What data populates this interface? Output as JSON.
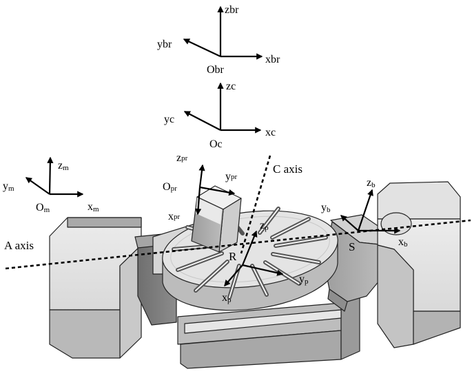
{
  "figure": {
    "frames": {
      "obr": {
        "origin": "Obr",
        "x": "xbr",
        "y": "ybr",
        "z": "zbr"
      },
      "oc": {
        "origin": "Oc",
        "x": "xc",
        "y": "yc",
        "z": "zc"
      },
      "om": {
        "origin": "O",
        "origin_sub": "m",
        "x": "x",
        "x_sub": "m",
        "y": "y",
        "y_sub": "m",
        "z": "z",
        "z_sub": "m"
      },
      "opr": {
        "origin": "O",
        "origin_sub": "pr",
        "x": "x",
        "x_sub": "pr",
        "y": "y",
        "y_sub": "pr",
        "z": "z",
        "z_sub": "pr"
      },
      "p": {
        "origin": "R",
        "x": "x",
        "x_sub": "p",
        "y": "y",
        "y_sub": "p",
        "z": "z",
        "z_sub": "p"
      },
      "b": {
        "origin": "S",
        "x": "x",
        "x_sub": "b",
        "y": "y",
        "y_sub": "b",
        "z": "z",
        "z_sub": "b"
      }
    },
    "labels": {
      "a_axis": "A axis",
      "c_axis": "C axis"
    }
  }
}
